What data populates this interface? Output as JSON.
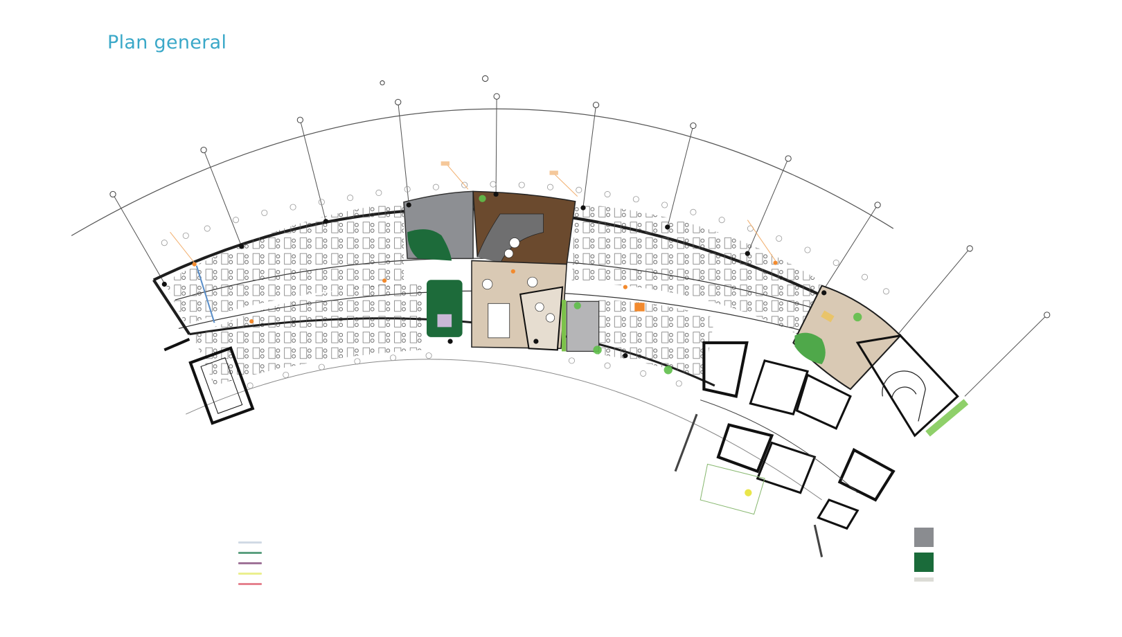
{
  "page": {
    "title": "Plan general"
  },
  "colors": {
    "title": "#3aa8c8",
    "wall": "#1e1e1e",
    "grid_line": "#555555",
    "meeting_gray": "#8d8f93",
    "green_zone": "#1d6b3a",
    "wood_zone": "#6b4a2e",
    "beige_zone": "#d9c9b4",
    "dark_gray_floor": "#6f6f70",
    "accent_orange": "#f28a2e",
    "light_green": "#7cc24a",
    "yellow_mark": "#e9e64a"
  },
  "plan": {
    "zones": [
      {
        "name": "meeting-room-gray",
        "color": "#8d8f93"
      },
      {
        "name": "green-lounge-north",
        "color": "#1d6b3a"
      },
      {
        "name": "cafe-wood",
        "color": "#6b4a2e"
      },
      {
        "name": "central-beige-hub",
        "color": "#d9c9b4"
      },
      {
        "name": "green-focus-pod",
        "color": "#1d6b3a"
      },
      {
        "name": "east-beige-lounge",
        "color": "#d9c9b4"
      }
    ]
  },
  "legend_lines": [
    {
      "id": "line-1",
      "color": "#c9d3e0"
    },
    {
      "id": "line-2",
      "color": "#3f8f6a"
    },
    {
      "id": "line-3",
      "color": "#8e5a86"
    },
    {
      "id": "line-4",
      "color": "#e8ec7a"
    },
    {
      "id": "line-5",
      "color": "#e06b7a"
    }
  ],
  "legend_swatches": [
    {
      "id": "swatch-gray",
      "color": "#8a8c90"
    },
    {
      "id": "swatch-green",
      "color": "#1a6b3a"
    },
    {
      "id": "swatch-beige",
      "color": "#dcdcd6"
    }
  ]
}
